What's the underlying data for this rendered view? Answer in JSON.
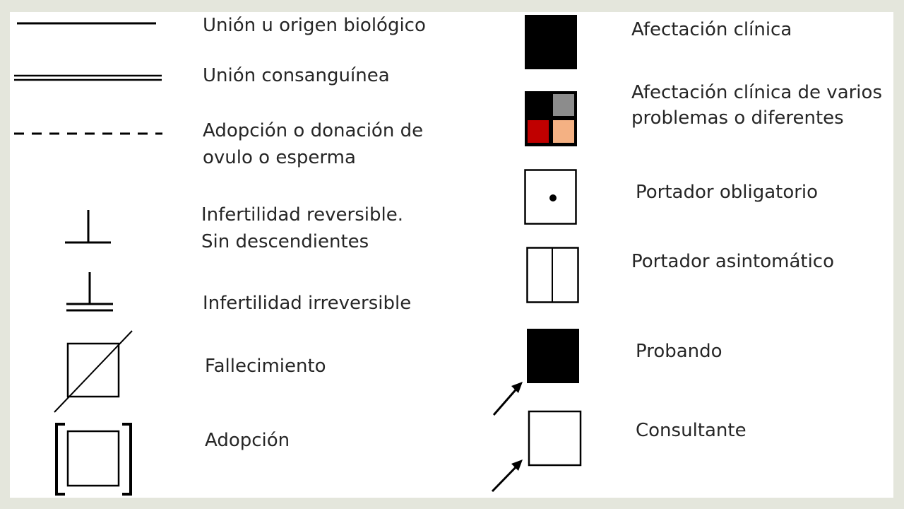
{
  "colors": {
    "page_background": "#e4e6dc",
    "panel_background": "#ffffff",
    "symbol_ink": "#000000",
    "label_text": "#262626",
    "quadrant_gray": "#8c8c8c",
    "quadrant_red": "#c00000",
    "quadrant_peach": "#f4b183"
  },
  "legend": {
    "biological_union": {
      "icon": "solid-line",
      "label": "Unión u origen biológico"
    },
    "consanguineous_union": {
      "icon": "double-line",
      "label": "Unión consanguínea"
    },
    "adoption_donation": {
      "icon": "dashed-line",
      "label_lines": [
        "Adopción o donación de",
        "ovulo o esperma"
      ]
    },
    "reversible_infertility": {
      "icon": "inverted-t",
      "label_lines": [
        "Infertilidad reversible.",
        "Sin descendientes"
      ]
    },
    "irreversible_infertility": {
      "icon": "inverted-t-double-bar",
      "label": "Infertilidad irreversible"
    },
    "deceased": {
      "icon": "crossed-square",
      "label": "Fallecimiento"
    },
    "adoption": {
      "icon": "bracketed-square",
      "label": "Adopción"
    },
    "clinically_affected": {
      "icon": "filled-square",
      "label": "Afectación clínica"
    },
    "multiple_conditions": {
      "icon": "quadrant-square",
      "label_lines": [
        "Afectación clínica de varios",
        "problemas o diferentes"
      ]
    },
    "obligate_carrier": {
      "icon": "dotted-square",
      "label": "Portador obligatorio"
    },
    "asymptomatic_carrier": {
      "icon": "split-square",
      "label": "Portador asintomático"
    },
    "proband": {
      "icon": "filled-square-arrow",
      "label": "Probando"
    },
    "consultand": {
      "icon": "open-square-arrow",
      "label": "Consultante"
    }
  }
}
